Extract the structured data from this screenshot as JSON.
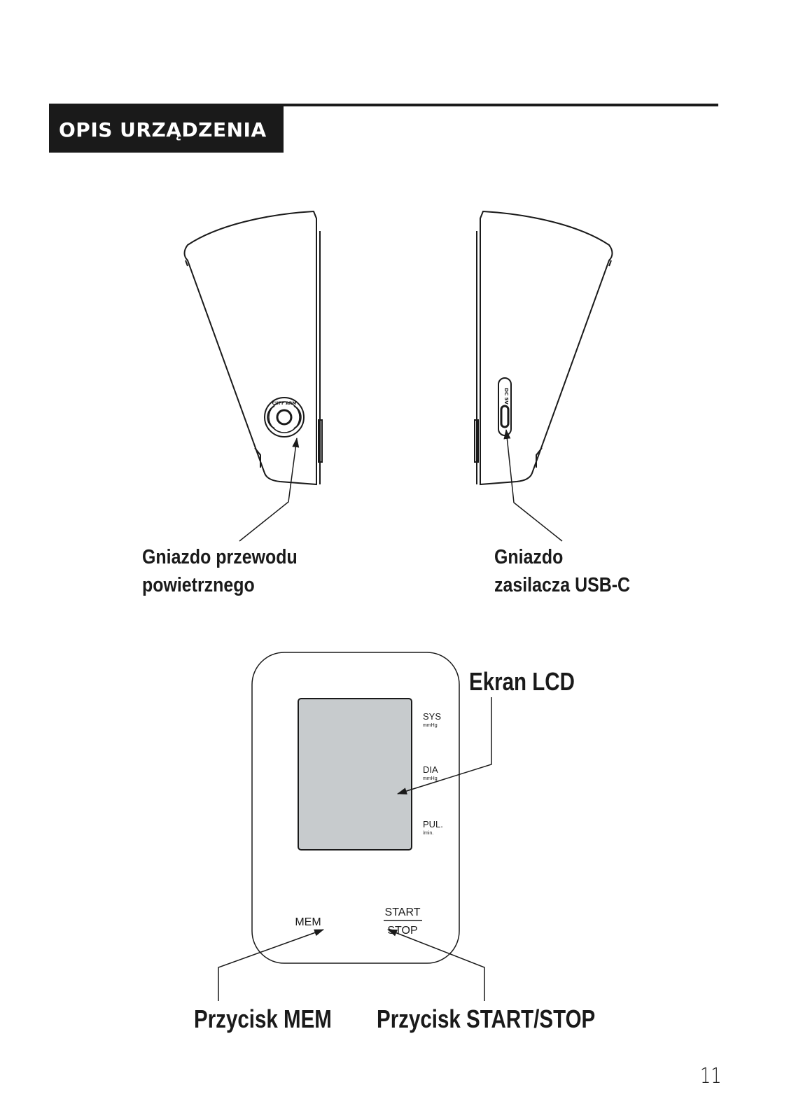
{
  "section": {
    "title": "OPIS URZĄDZENIA"
  },
  "left_side": {
    "socket_text": "CUFF ARM"
  },
  "right_side": {
    "socket_text": "DC 5V"
  },
  "labels": {
    "air_socket_line1": "Gniazdo przewodu",
    "air_socket_line2": "powietrznego",
    "usb_socket_line1": "Gniazdo",
    "usb_socket_line2": "zasilacza USB-C",
    "lcd": "Ekran LCD",
    "mem_button": "Przycisk MEM",
    "start_stop_button": "Przycisk START/STOP"
  },
  "front_panel": {
    "sys": "SYS",
    "sys_unit": "mmHg",
    "dia": "DIA",
    "dia_unit": "mmHg",
    "pul": "PUL.",
    "pul_unit": "/min.",
    "mem": "MEM",
    "start": "START",
    "stop": "STOP"
  },
  "page_number": "11",
  "colors": {
    "header_bg": "#1a1a1a",
    "lcd_fill": "#c7cbcd",
    "line": "#1a1a1a"
  }
}
